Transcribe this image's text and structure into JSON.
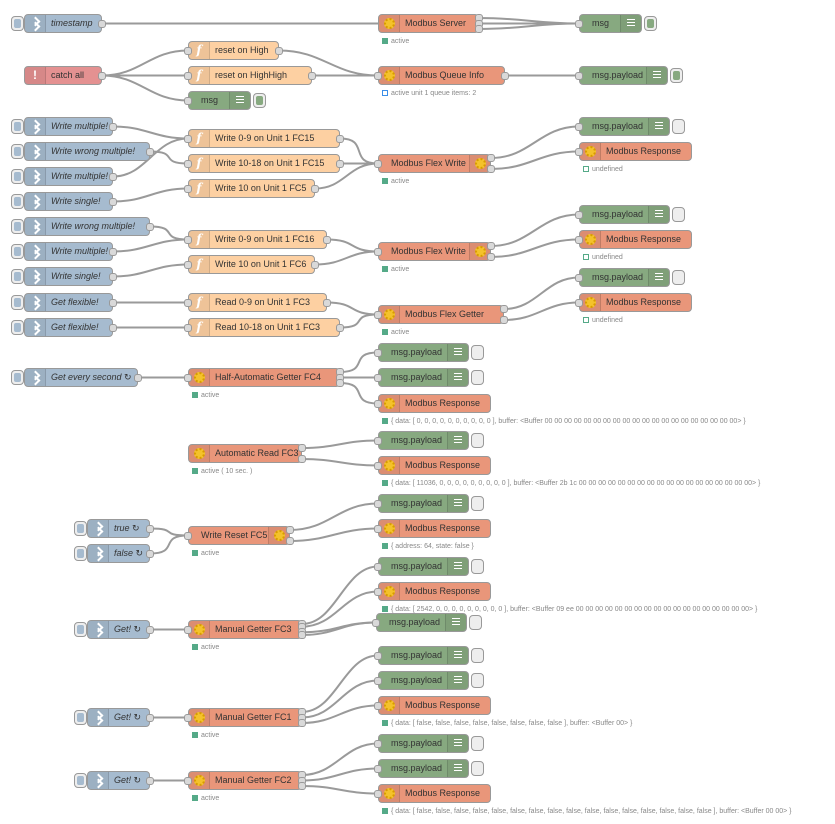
{
  "nodes": {
    "timestamp": {
      "label": "timestamp"
    },
    "modbus_server": {
      "label": "Modbus Server",
      "status": "active"
    },
    "msg_top": {
      "label": "msg"
    },
    "reset_high": {
      "label": "reset on High"
    },
    "reset_highhigh": {
      "label": "reset on HighHigh"
    },
    "catch_all": {
      "label": "catch all"
    },
    "queue_info": {
      "label": "Modbus Queue Info",
      "status": "active unit 1 queue items: 2"
    },
    "msg_payload_q": {
      "label": "msg.payload"
    },
    "msg_catch": {
      "label": "msg"
    },
    "inj_wm1": {
      "label": "Write multiple!"
    },
    "inj_wwm1": {
      "label": "Write wrong multiple!"
    },
    "inj_wm2": {
      "label": "Write multiple!"
    },
    "inj_ws1": {
      "label": "Write single!"
    },
    "fn_w09_fc15": {
      "label": "Write 0-9 on Unit 1 FC15"
    },
    "fn_w1018_fc15": {
      "label": "Write 10-18 on Unit 1 FC15"
    },
    "fn_w10_fc5": {
      "label": "Write 10 on Unit 1 FC5"
    },
    "flex_write1": {
      "label": "Modbus Flex Write",
      "status": "active"
    },
    "dbg_fw1": {
      "label": "msg.payload"
    },
    "resp_fw1": {
      "label": "Modbus Response",
      "status": "undefined"
    },
    "inj_wwm2": {
      "label": "Write wrong multiple!"
    },
    "inj_wm3": {
      "label": "Write multiple!"
    },
    "inj_ws2": {
      "label": "Write single!"
    },
    "fn_w09_fc16": {
      "label": "Write 0-9 on Unit 1 FC16"
    },
    "fn_w10_fc6": {
      "label": "Write 10 on Unit 1 FC6"
    },
    "flex_write2": {
      "label": "Modbus Flex Write",
      "status": "active"
    },
    "dbg_fw2": {
      "label": "msg.payload"
    },
    "resp_fw2": {
      "label": "Modbus Response",
      "status": "undefined"
    },
    "inj_gf1": {
      "label": "Get flexible!"
    },
    "inj_gf2": {
      "label": "Get flexible!"
    },
    "fn_r09_fc3": {
      "label": "Read 0-9 on Unit 1 FC3"
    },
    "fn_r1018_fc3": {
      "label": "Read 10-18 on Unit 1 FC3"
    },
    "flex_getter": {
      "label": "Modbus Flex Getter",
      "status": "active"
    },
    "dbg_fg": {
      "label": "msg.payload"
    },
    "resp_fg": {
      "label": "Modbus Response",
      "status": "undefined"
    },
    "inj_every_sec": {
      "label": "Get every second ↻"
    },
    "half_auto": {
      "label": "Half-Automatic Getter FC4",
      "status": "active"
    },
    "dbg_ha1": {
      "label": "msg.payload"
    },
    "dbg_ha2": {
      "label": "msg.payload"
    },
    "resp_ha": {
      "label": "Modbus Response",
      "status": "{ data: [ 0, 0, 0, 0, 0, 0, 0, 0, 0, 0 ], buffer: <Buffer 00 00 00 00 00 00 00 00 00 00 00 00 00 00 00 00 00 00 00 00> }"
    },
    "auto_read": {
      "label": "Automatic Read FC3",
      "status": "active ( 10 sec. )"
    },
    "dbg_ar": {
      "label": "msg.payload"
    },
    "resp_ar": {
      "label": "Modbus Response",
      "status": "{ data: [ 11036, 0, 0, 0, 0, 0, 0, 0, 0, 0 ], buffer: <Buffer 2b 1c 00 00 00 00 00 00 00 00 00 00 00 00 00 00 00 00 00 00> }"
    },
    "inj_true": {
      "label": "true ↻"
    },
    "inj_false": {
      "label": "false ↻"
    },
    "write_reset": {
      "label": "Write Reset FC5",
      "status": "active"
    },
    "dbg_wr": {
      "label": "msg.payload"
    },
    "resp_wr": {
      "label": "Modbus Response",
      "status": "{ address: 64, state: false }"
    },
    "dbg_mg3a": {
      "label": "msg.payload"
    },
    "resp_mg3": {
      "label": "Modbus Response",
      "status": "{ data: [ 2542, 0, 0, 0, 0, 0, 0, 0, 0, 0 ], buffer: <Buffer 09 ee 00 00 00 00 00 00 00 00 00 00 00 00 00 00 00 00 00 00> }"
    },
    "inj_get3": {
      "label": "Get! ↻"
    },
    "manual_fc3": {
      "label": "Manual Getter FC3",
      "status": "active"
    },
    "dbg_mg3b": {
      "label": "msg.payload"
    },
    "dbg_mg1a": {
      "label": "msg.payload"
    },
    "dbg_mg1b": {
      "label": "msg.payload"
    },
    "inj_get1": {
      "label": "Get! ↻"
    },
    "manual_fc1": {
      "label": "Manual Getter FC1",
      "status": "active"
    },
    "resp_mg1": {
      "label": "Modbus Response",
      "status": "{ data: [ false, false, false, false, false, false, false, false ], buffer: <Buffer 00> }"
    },
    "dbg_mg2a": {
      "label": "msg.payload"
    },
    "dbg_mg2b": {
      "label": "msg.payload"
    },
    "inj_get2": {
      "label": "Get! ↻"
    },
    "manual_fc2": {
      "label": "Manual Getter FC2",
      "status": "active"
    },
    "resp_mg2": {
      "label": "Modbus Response",
      "status": "{ data: [ false, false, false, false, false, false, false, false, false, false, false, false, false, false, false, false ], buffer: <Buffer 00 00> }"
    }
  },
  "colors": {
    "inject": "#a6bbcf",
    "catch": "#e49191",
    "function": "#fdd0a2",
    "debug": "#87a980",
    "modbus": "#e9967a",
    "wire": "#9a9a9a",
    "status_active": "#5a8",
    "status_queue": "#3b8ee8"
  }
}
